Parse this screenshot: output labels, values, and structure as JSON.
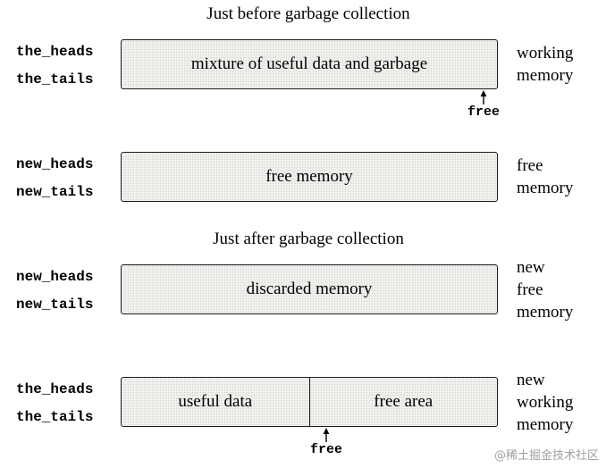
{
  "sections": [
    {
      "title": "Just before garbage collection",
      "rows": [
        {
          "left_labels": [
            "the_heads",
            "the_tails"
          ],
          "segments": [
            {
              "label": "mixture of useful data and garbage"
            }
          ],
          "right_labels": [
            "working",
            "memory"
          ],
          "pointer_label": "free"
        },
        {
          "left_labels": [
            "new_heads",
            "new_tails"
          ],
          "segments": [
            {
              "label": "free memory"
            }
          ],
          "right_labels": [
            "free",
            "memory"
          ]
        }
      ]
    },
    {
      "title": "Just after garbage collection",
      "rows": [
        {
          "left_labels": [
            "new_heads",
            "new_tails"
          ],
          "segments": [
            {
              "label": "discarded memory"
            }
          ],
          "right_labels": [
            "new",
            "free",
            "memory"
          ]
        },
        {
          "left_labels": [
            "the_heads",
            "the_tails"
          ],
          "segments": [
            {
              "label": "useful data"
            },
            {
              "label": "free area"
            }
          ],
          "right_labels": [
            "new",
            "working",
            "memory"
          ],
          "pointer_label": "free"
        }
      ]
    }
  ],
  "colors": {
    "box_fill": "#efefed",
    "box_border": "#1a1a1a",
    "text": "#000000",
    "watermark": "#a0a0a0"
  },
  "watermark": "@稀土掘金技术社区"
}
